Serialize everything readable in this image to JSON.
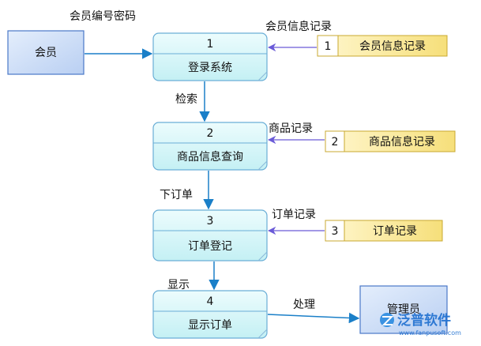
{
  "entities": {
    "member": "会员",
    "admin": "管理员"
  },
  "processes": [
    {
      "num": "1",
      "name": "登录系统"
    },
    {
      "num": "2",
      "name": "商品信息查询"
    },
    {
      "num": "3",
      "name": "订单登记"
    },
    {
      "num": "4",
      "name": "显示订单"
    }
  ],
  "stores": [
    {
      "num": "1",
      "name": "会员信息记录"
    },
    {
      "num": "2",
      "name": "商品信息记录"
    },
    {
      "num": "3",
      "name": "订单记录"
    }
  ],
  "flows": {
    "member_to_login": "会员编号密码",
    "store1_to_login": "会员信息记录",
    "login_to_query": "检索",
    "store2_to_query": "商品记录",
    "query_to_order": "下订单",
    "store3_to_order": "订单记录",
    "order_to_display": "显示",
    "display_to_admin": "处理"
  },
  "colors": {
    "entity_fill": "#c9dcf6",
    "process_fill": "#d2f6f8",
    "store_fill": "#fbeda0",
    "arrow_blue": "#1a7fc8",
    "arrow_purple": "#6a5ad8"
  },
  "watermark": {
    "brand": "泛普软件",
    "url": "www.fanpusoft.com"
  }
}
